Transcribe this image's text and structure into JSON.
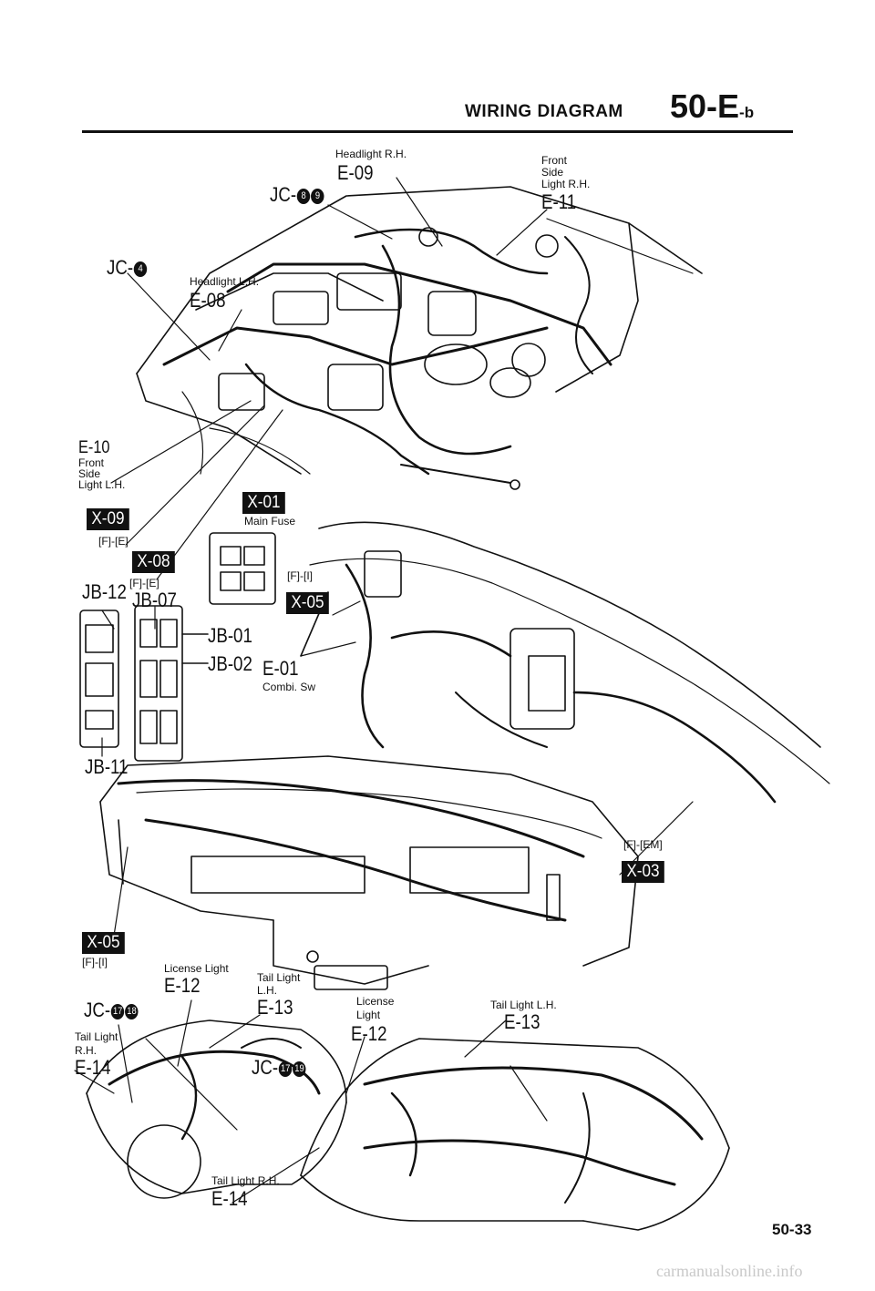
{
  "header": {
    "title": "WIRING DIAGRAM",
    "section": "50-E",
    "section_suffix": "-b"
  },
  "labels": {
    "headlight_rh": "Headlight R.H.",
    "headlight_rh_code": "E-09",
    "front_side_light_rh_1": "Front",
    "front_side_light_rh_2": "Side",
    "front_side_light_rh_3": "Light R.H.",
    "front_side_light_rh_code": "E-11",
    "jc_8_9_prefix": "JC-",
    "jc_8_9_circles": [
      "8",
      "9"
    ],
    "jc_4_prefix": "JC-",
    "jc_4_circle": "4",
    "headlight_lh": "Headlight L.H.",
    "headlight_lh_code": "E-08",
    "front_side_light_lh_code": "E-10",
    "front_side_light_lh_1": "Front",
    "front_side_light_lh_2": "Side",
    "front_side_light_lh_3": "Light L.H.",
    "x09": "X-09",
    "fi_e_1": "[F]-[E]",
    "x01": "X-01",
    "main_fuse": "Main Fuse",
    "x08": "X-08",
    "fi_e_2": "[F]-[E]",
    "jb12": "JB-12",
    "jb07": "JB-07",
    "fi_i_1": "[F]-[I]",
    "x05_top": "X-05",
    "jb01": "JB-01",
    "jb02": "JB-02",
    "e01": "E-01",
    "combi_sw": "Combi. Sw",
    "jb11": "JB-11",
    "fi_em": "[F]-[EM]",
    "x03": "X-03",
    "x05_bottom": "X-05",
    "fi_i_2": "[F]-[I]",
    "license_light_1": "License Light",
    "license_light_1_code": "E-12",
    "tail_light_lh_1": "Tail Light",
    "tail_light_lh_1b": "L.H.",
    "tail_light_lh_1_code": "E-13",
    "jc_17_18_prefix": "JC-",
    "jc_17_18_circles": [
      "17",
      "18"
    ],
    "tail_light_rh_1": "Tail Light",
    "tail_light_rh_1b": "R.H.",
    "tail_light_rh_1_code": "E-14",
    "license_light_2a": "License",
    "license_light_2b": "Light",
    "license_light_2_code": "E-12",
    "tail_light_lh_2": "Tail Light L.H.",
    "tail_light_lh_2_code": "E-13",
    "jc_17_19_prefix": "JC-",
    "jc_17_19_circles": [
      "17",
      "19"
    ],
    "tail_light_rh_2": "Tail Light R.H.",
    "tail_light_rh_2_code": "E-14"
  },
  "page_number": "50-33",
  "watermark": "carmanualsonline.info"
}
